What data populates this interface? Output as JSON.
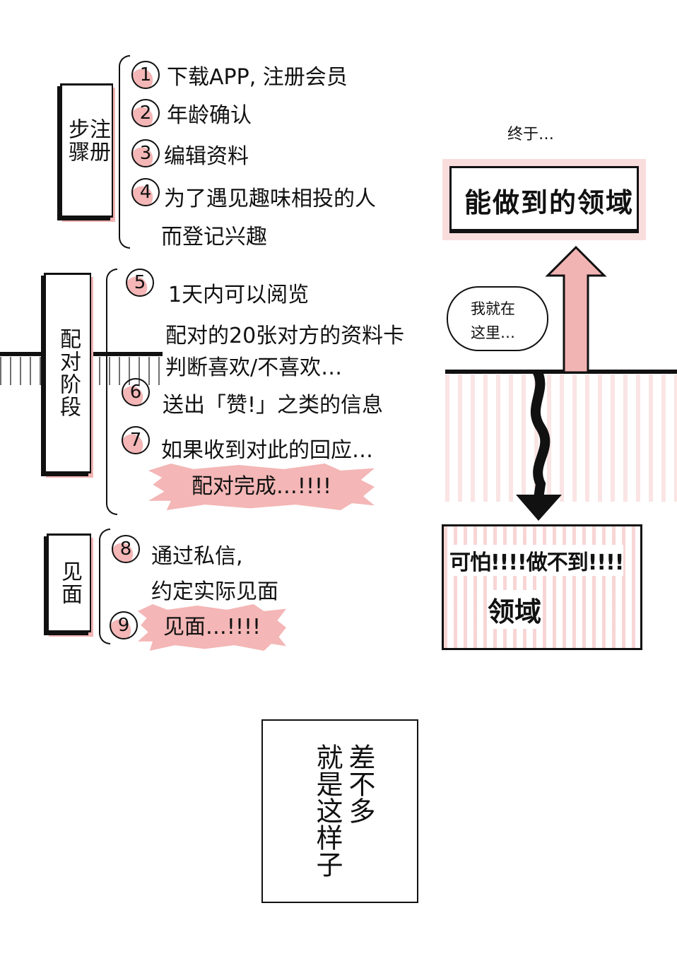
{
  "sections": [
    {
      "label": "注册步骤",
      "steps": [
        {
          "num": "1",
          "text": "下载APP, 注册会员"
        },
        {
          "num": "2",
          "text": "年龄确认"
        },
        {
          "num": "3",
          "text": "编辑资料"
        },
        {
          "num": "4",
          "text": "为了遇见趣味相投的人",
          "text2": "而登记兴趣"
        }
      ]
    },
    {
      "label": "配对阶段",
      "steps": [
        {
          "num": "5",
          "text": "1天内可以阅览",
          "text2": "配对的20张对方的资料卡",
          "text3": "判断喜欢/不喜欢…"
        },
        {
          "num": "6",
          "text": "送出「赞!」之类的信息"
        },
        {
          "num": "7",
          "text": "如果收到对此的回应…"
        }
      ],
      "burst": "配对完成…!!!!"
    },
    {
      "label": "见面",
      "steps": [
        {
          "num": "8",
          "text": "通过私信,",
          "text2": "约定实际见面"
        },
        {
          "num": "9",
          "text": "见面…!!!!"
        }
      ]
    }
  ],
  "right": {
    "finally": "终于…",
    "can_do": "能做到的领域",
    "bubble_line1": "我就在",
    "bubble_line2": "这里…",
    "cannot_line1": "可怕!!!!做不到!!!!",
    "cannot_line2": "领域"
  },
  "footer": {
    "col1": "差不多",
    "col2": "就是这样子"
  },
  "colors": {
    "accent": "#f2b3b3",
    "ink": "#111111"
  }
}
